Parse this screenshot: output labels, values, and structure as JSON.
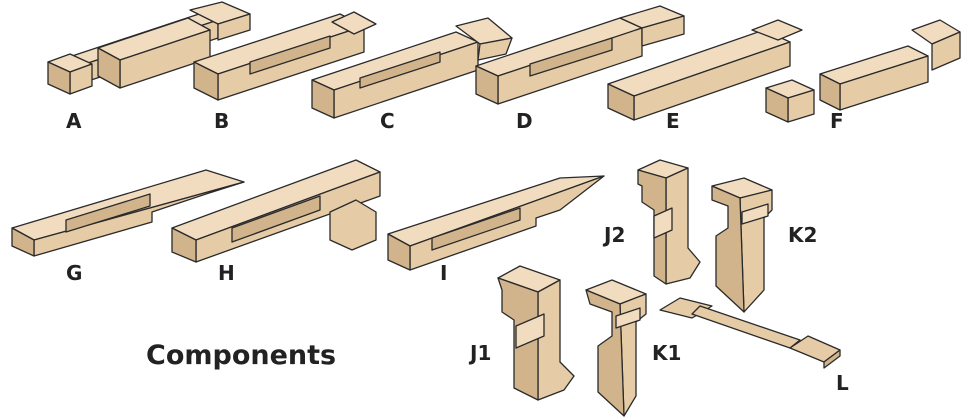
{
  "title": "Components",
  "colors": {
    "top": "#f1dcc0",
    "front": "#e6cba7",
    "side": "#d2b48c",
    "outline": "#2a2a2a"
  },
  "components": [
    {
      "id": "A",
      "label": "A"
    },
    {
      "id": "B",
      "label": "B"
    },
    {
      "id": "C",
      "label": "C"
    },
    {
      "id": "D",
      "label": "D"
    },
    {
      "id": "E",
      "label": "E"
    },
    {
      "id": "F",
      "label": "F"
    },
    {
      "id": "G",
      "label": "G"
    },
    {
      "id": "H",
      "label": "H"
    },
    {
      "id": "I",
      "label": "I"
    },
    {
      "id": "J2",
      "label": "J2"
    },
    {
      "id": "K2",
      "label": "K2"
    },
    {
      "id": "J1",
      "label": "J1"
    },
    {
      "id": "K1",
      "label": "K1"
    },
    {
      "id": "L",
      "label": "L"
    }
  ]
}
